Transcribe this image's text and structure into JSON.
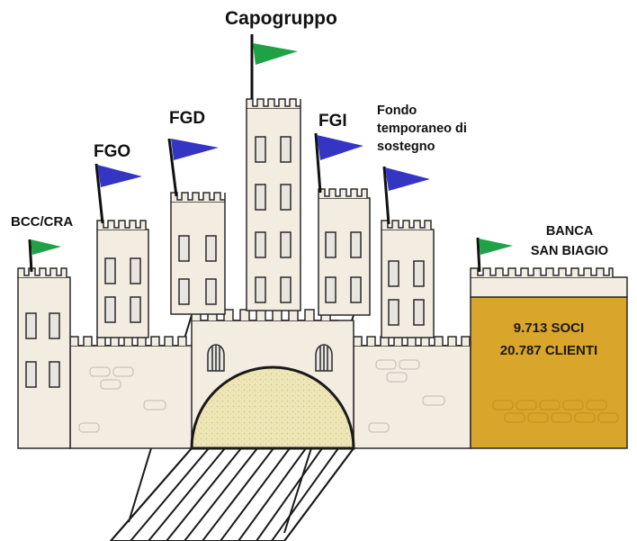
{
  "colors": {
    "wall_fill": "#f3ece1",
    "wall_stroke": "#2a2a2a",
    "window_fill": "#e8e5e0",
    "stone_stroke": "#c9c5bd",
    "bank_fill": "#d9a52a",
    "bank_stone": "#c99320",
    "arch_fill": "#efe6b7",
    "flag_green": "#1fa246",
    "flag_blue": "#3535c4",
    "label_text": "#111111"
  },
  "labels": {
    "capogruppo": "Capogruppo",
    "fgd": "FGD",
    "fgi": "FGI",
    "fgo": "FGO",
    "bcc": "BCC/CRA",
    "fondo_line1": "Fondo",
    "fondo_line2": "temporaneo di",
    "fondo_line3": "sostegno",
    "bank_line1": "BANCA",
    "bank_line2": "SAN BIAGIO"
  },
  "bank_stats": {
    "soci": "9.713 SOCI",
    "clienti": "20.787 CLIENTI"
  },
  "flags": [
    {
      "name": "flag-capogruppo",
      "color": "green"
    },
    {
      "name": "flag-fgd",
      "color": "blue"
    },
    {
      "name": "flag-fgi",
      "color": "blue"
    },
    {
      "name": "flag-fgo",
      "color": "blue"
    },
    {
      "name": "flag-fondo",
      "color": "blue"
    },
    {
      "name": "flag-bcc",
      "color": "green"
    },
    {
      "name": "flag-banca",
      "color": "green"
    }
  ]
}
